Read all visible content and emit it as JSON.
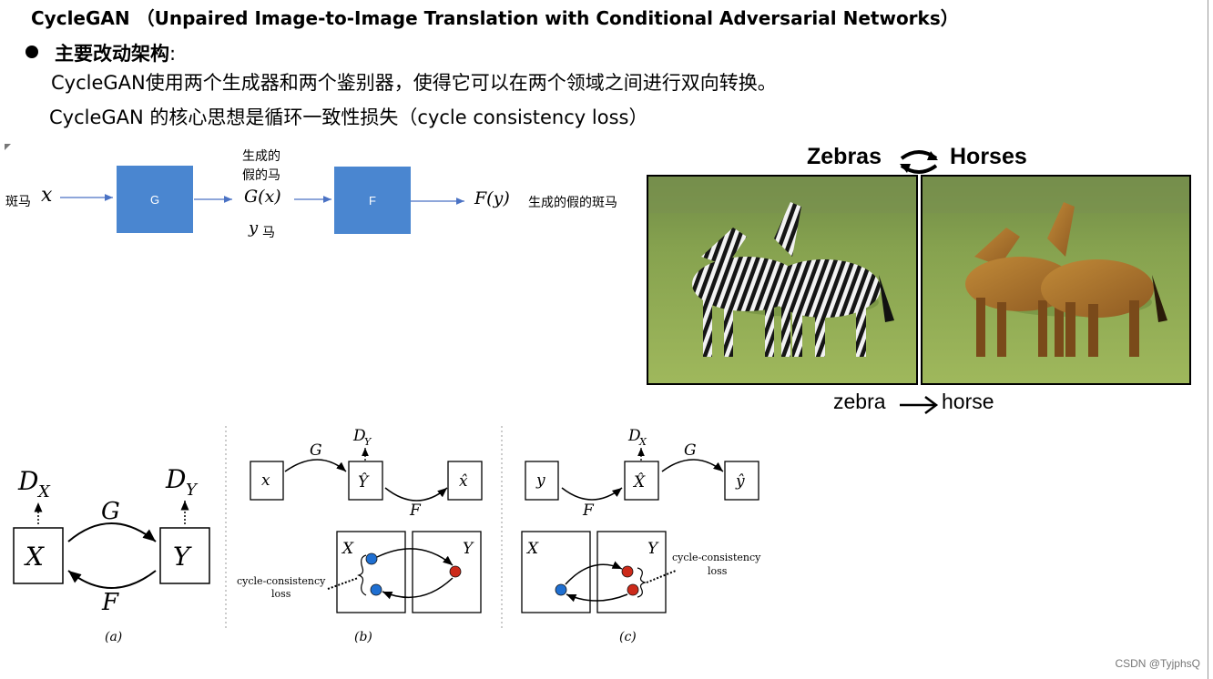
{
  "title": "CycleGAN （Unpaired Image-to-Image Translation with Conditional Adversarial Networks）",
  "section": {
    "heading": "主要改动架构",
    "colon": ":",
    "line1": "CycleGAN使用两个生成器和两个鉴别器，使得它可以在两个领域之间进行双向转换。",
    "line2": "CycleGAN 的核心思想是循环一致性损失（cycle consistency loss）"
  },
  "flow": {
    "input_cn": "斑马",
    "input_sym": "x",
    "gen_g": "G",
    "mid_top_cn_1": "生成的",
    "mid_top_cn_2": "假的马",
    "mid_sym": "G(x)",
    "mid_y": "y",
    "mid_bottom_cn": "马",
    "gen_f": "F",
    "out_sym": "F(y)",
    "out_cn": "生成的假的斑马"
  },
  "photo": {
    "left_label": "Zebras",
    "right_label": "Horses",
    "caption_from": "zebra",
    "caption_to": "horse"
  },
  "diagram_a": {
    "dx_main": "D",
    "dx_sub": "X",
    "dy_main": "D",
    "dy_sub": "Y",
    "g": "G",
    "f": "F",
    "x": "X",
    "y": "Y",
    "panel_label": "(a)"
  },
  "diagram_b": {
    "x": "x",
    "yhat": "Ŷ",
    "xhat": "x̂",
    "g": "G",
    "f": "F",
    "d_main": "D",
    "d_sub": "Y",
    "big_x": "X",
    "big_y": "Y",
    "loss_1": "cycle-consistency",
    "loss_2": "loss",
    "panel_label": "(b)"
  },
  "diagram_c": {
    "y": "y",
    "xhat": "X̂",
    "yhat": "ŷ",
    "g": "G",
    "f": "F",
    "d_main": "D",
    "d_sub": "X",
    "big_x": "X",
    "big_y": "Y",
    "loss_1": "cycle-consistency",
    "loss_2": "loss",
    "panel_label": "(c)"
  },
  "watermark": "CSDN @TyjphsQ",
  "colors": {
    "box_blue": "#4a86d0",
    "arrow_blue": "#4a72c4",
    "dot_blue": "#1f6fd1",
    "dot_red": "#cc2a1a"
  }
}
